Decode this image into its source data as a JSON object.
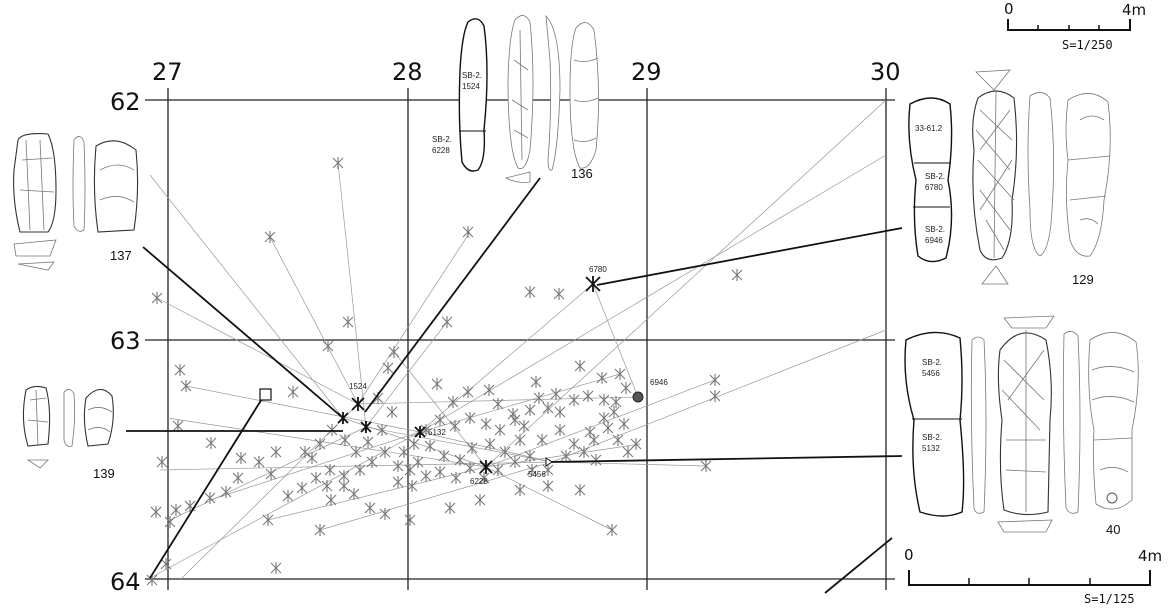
{
  "grid": {
    "columns": [
      "27",
      "28",
      "29",
      "30"
    ],
    "rows": [
      "62",
      "63",
      "64"
    ]
  },
  "scale_top": {
    "start": "0",
    "end": "4m",
    "ratio": "S=1/250"
  },
  "scale_bottom": {
    "start": "0",
    "end": "4m",
    "ratio": "S=1/125"
  },
  "artifacts": [
    {
      "id": "136",
      "parts": [
        "SB-2.\n1524",
        "SB-2.\n6228"
      ]
    },
    {
      "id": "137",
      "parts": []
    },
    {
      "id": "139",
      "parts": []
    },
    {
      "id": "129",
      "parts": [
        "33-61.2",
        "SB-2.\n6780",
        "SB-2.\n6946"
      ]
    },
    {
      "id": "40",
      "parts": [
        "SB-2.\n5456",
        "SB-2.\n5132"
      ]
    }
  ],
  "point_labels": [
    "1524",
    "5132",
    "6228",
    "5456",
    "6780",
    "6946"
  ],
  "colors": {
    "line": "#111111",
    "grid": "#222222",
    "scatter": "#777777",
    "thin": "#999999"
  }
}
